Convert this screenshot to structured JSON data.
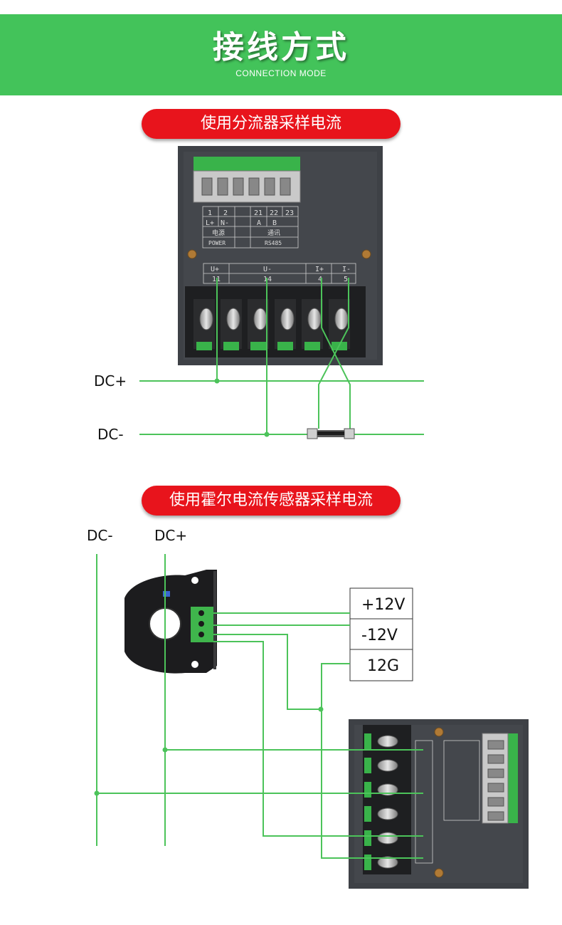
{
  "header": {
    "title": "接线方式",
    "subtitle": "CONNECTION MODE"
  },
  "section1": {
    "heading": "使用分流器采样电流",
    "label_dc_plus": "DC+",
    "label_dc_minus": "DC-",
    "top_terminal": {
      "numbers": [
        "1",
        "2",
        "21",
        "22",
        "23"
      ],
      "signals": [
        "L+",
        "N-",
        "A",
        "B"
      ],
      "group_cn": [
        "电源",
        "通讯"
      ],
      "group_en": [
        "POWER",
        "RS485"
      ]
    },
    "bottom_terminal": {
      "signals": [
        "U+",
        "U-",
        "I+",
        "I-"
      ],
      "numbers": [
        "11",
        "14",
        "4",
        "5"
      ]
    }
  },
  "section2": {
    "heading": "使用霍尔电流传感器采样电流",
    "label_dc_minus": "DC-",
    "label_dc_plus": "DC+",
    "power_boxes": [
      "+12V",
      "-12V",
      "12G"
    ]
  },
  "colors": {
    "banner": "#43c35a",
    "pill": "#e8141c",
    "wire": "#4cc35a",
    "device": "#3e4146"
  }
}
